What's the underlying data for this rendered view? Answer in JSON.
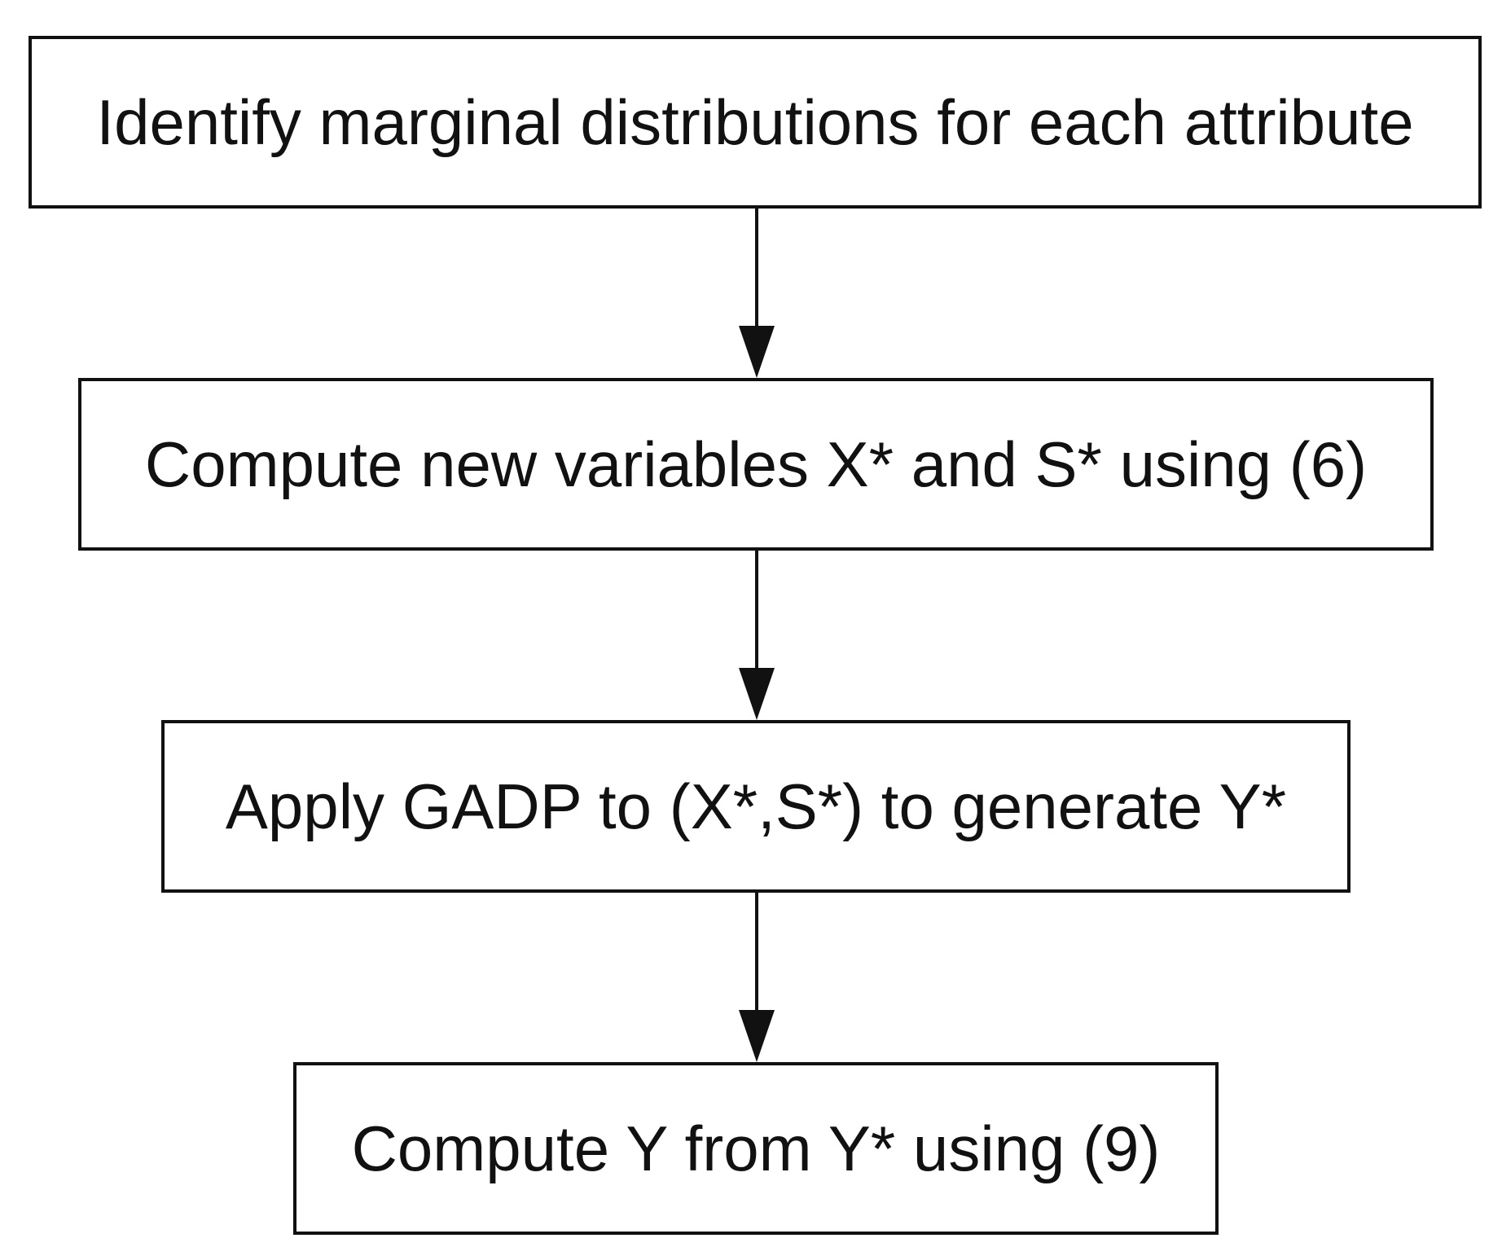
{
  "diagram": {
    "steps": [
      {
        "label": "Identify marginal distributions for each attribute"
      },
      {
        "label": "Compute new variables X* and S* using (6)"
      },
      {
        "label": "Apply GADP to (X*,S*) to generate Y*"
      },
      {
        "label": "Compute Y from Y* using (9)"
      }
    ],
    "connectors": [
      {
        "from": 0,
        "to": 1
      },
      {
        "from": 1,
        "to": 2
      },
      {
        "from": 2,
        "to": 3
      }
    ],
    "colors": {
      "stroke": "#111111",
      "text": "#111111",
      "background": "#ffffff"
    }
  }
}
